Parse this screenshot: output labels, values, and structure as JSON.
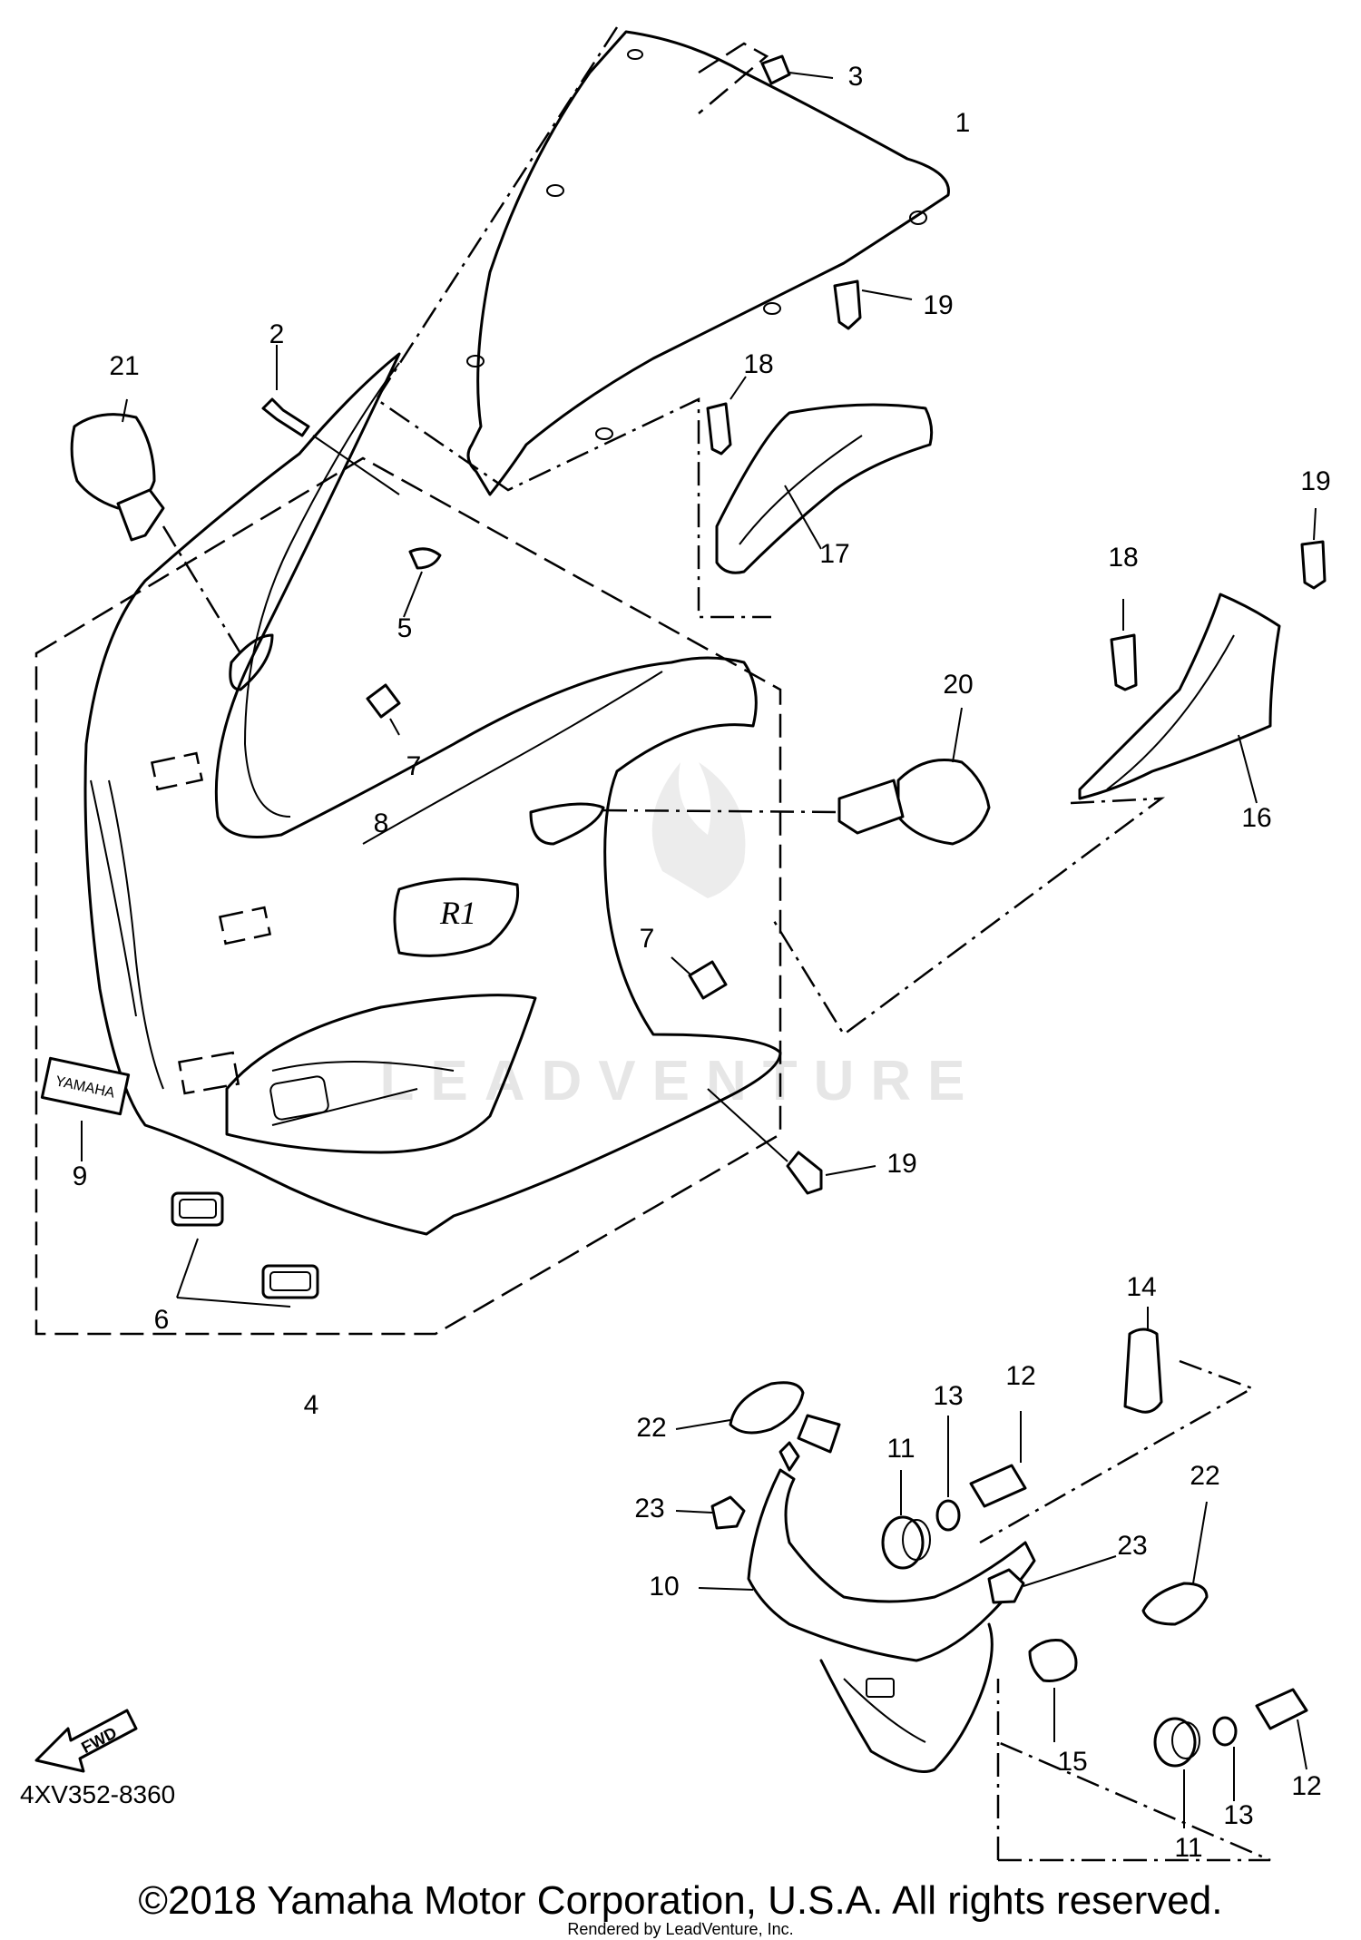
{
  "diagram_code": "4XV352-8360",
  "copyright": "©2018 Yamaha Motor Corporation, U.S.A. All rights reserved.",
  "rendered_by": "Rendered by LeadVenture, Inc.",
  "watermark": "LEADVENTURE",
  "decal_yamaha": "YAMAHA",
  "decal_r1": "R1",
  "fwd_label": "FWD",
  "callouts": {
    "c1": "1",
    "c2": "2",
    "c3": "3",
    "c4": "4",
    "c5": "5",
    "c6": "6",
    "c7a": "7",
    "c7b": "7",
    "c8": "8",
    "c9": "9",
    "c10": "10",
    "c11a": "11",
    "c11b": "11",
    "c12a": "12",
    "c12b": "12",
    "c13a": "13",
    "c13b": "13",
    "c14": "14",
    "c15": "15",
    "c16": "16",
    "c17": "17",
    "c18a": "18",
    "c18b": "18",
    "c19a": "19",
    "c19b": "19",
    "c19c": "19",
    "c20": "20",
    "c21": "21",
    "c22a": "22",
    "c22b": "22",
    "c23a": "23",
    "c23b": "23"
  }
}
